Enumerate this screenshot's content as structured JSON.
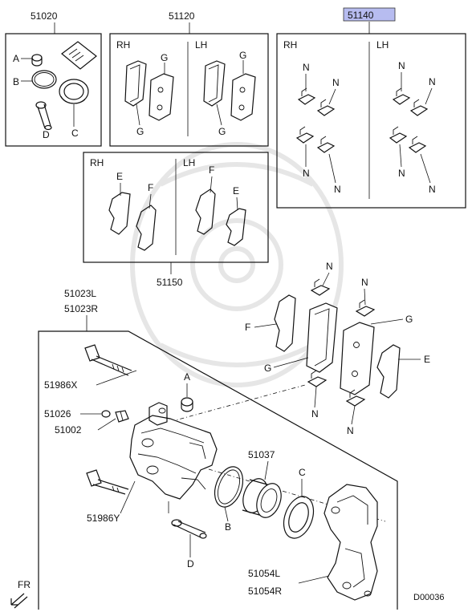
{
  "diagram_id": "D00036",
  "front_indicator": "FR",
  "highlight_color": "#b7bcf0",
  "kits": {
    "seal_kit": {
      "part_no": "51020",
      "letters": [
        "A",
        "B",
        "C",
        "D"
      ]
    },
    "pad_set": {
      "part_no": "51120",
      "rh": "RH",
      "lh": "LH",
      "letter": "G"
    },
    "pad_clip_kit": {
      "part_no": "51140",
      "rh": "RH",
      "lh": "LH",
      "letter": "N"
    },
    "shim_kit": {
      "part_no": "51150",
      "rh": "RH",
      "lh": "LH",
      "letters": [
        "E",
        "F"
      ]
    }
  },
  "assembly": {
    "caliper_l": "51023L",
    "caliper_r": "51023R",
    "bolt_x": "51986X",
    "bleeder_cap": "51026",
    "bleeder_screw": "51002",
    "bolt_y": "51986Y",
    "piston": "51037",
    "bracket_l": "51054L",
    "bracket_r": "51054R",
    "letters": [
      "A",
      "B",
      "C",
      "D",
      "E",
      "F",
      "G",
      "N"
    ]
  }
}
